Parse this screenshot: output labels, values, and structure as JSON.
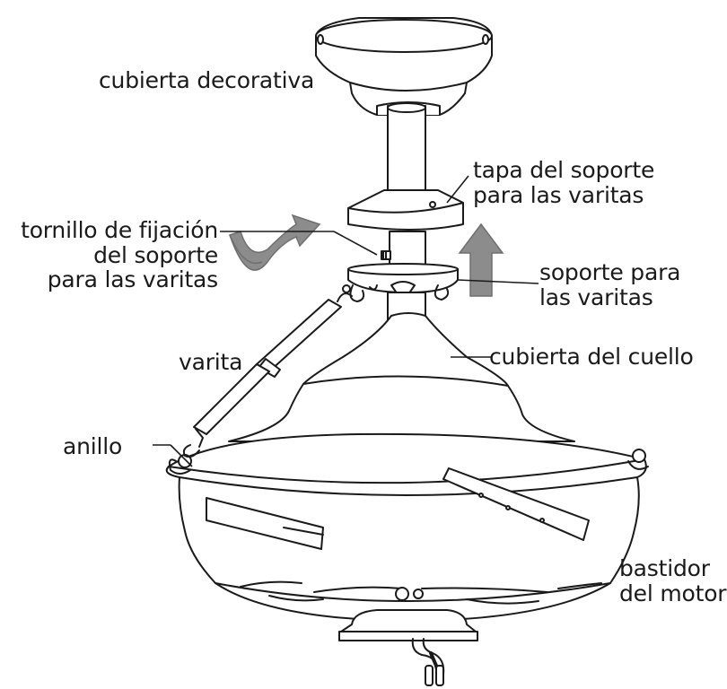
{
  "labels": {
    "cubierta_decorativa": "cubierta decorativa",
    "tapa_soporte": [
      "tapa del soporte",
      "para las varitas"
    ],
    "tornillo": [
      "tornillo de fijación",
      "del soporte",
      "para las varitas"
    ],
    "soporte_varitas": [
      "soporte para",
      "las varitas"
    ],
    "varita": "varita",
    "cubierta_cuello": "cubierta del cuello",
    "anillo": "anillo",
    "bastidor_motor": [
      "bastidor",
      "del motor"
    ]
  },
  "colors": {
    "line": "#1a1a1a",
    "fill": "#ffffff",
    "arrow_gray": "#8c8c8c",
    "arrow_dark": "#6e6e6e"
  }
}
